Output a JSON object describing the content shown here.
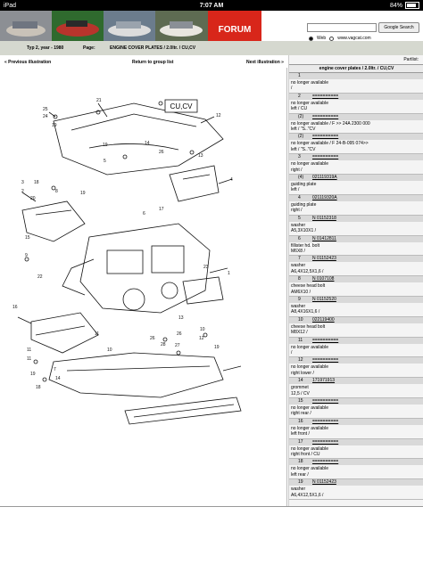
{
  "status": {
    "device": "iPad",
    "time": "7:07 AM",
    "battery": "84%"
  },
  "banner": {
    "forum_label": "FORUM",
    "search_button": "Google Search",
    "radio_web": "Web",
    "radio_site": "www.vagcat.com"
  },
  "info": {
    "type_label": "Typ 2, year - 1980",
    "page_label": "Page:",
    "page_title": "ENGINE COVER PLATES / 2.0ltr. / CU,CV"
  },
  "nav": {
    "prev": "« Previous illustration",
    "group": "Return to group list",
    "next": "Next illustration »"
  },
  "diagram": {
    "box_label": "CU,CV",
    "callouts": [
      "21",
      "25",
      "24",
      "19",
      "12",
      "19",
      "14",
      "26",
      "13",
      "4",
      "5",
      "3",
      "18",
      "2",
      "20",
      "8",
      "19",
      "6",
      "17",
      "15",
      "9",
      "22",
      "16",
      "23",
      "1",
      "13",
      "10",
      "12",
      "11",
      "11",
      "7",
      "19",
      "14",
      "11",
      "26",
      "26",
      "28",
      "27",
      "19",
      "10",
      "18"
    ]
  },
  "partlist": {
    "header": "Partlist:",
    "title": "engine cover plates / 2.0ltr. / CU,CV",
    "rows": [
      {
        "num": "1",
        "pn": "",
        "lines": [
          "no longer available",
          "/"
        ]
      },
      {
        "num": "2",
        "pn": "==========",
        "lines": [
          "no longer available",
          "left / CU"
        ]
      },
      {
        "num": "(2)",
        "pn": "==========",
        "lines": [
          "no longer available / F >> 24A 2300 000",
          "left / \"S..\"CV"
        ]
      },
      {
        "num": "(2)",
        "pn": "==========",
        "lines": [
          "no longer available / F 24-B-095 074>>",
          "left / \"S..\"CV"
        ]
      },
      {
        "num": "3",
        "pn": "==========",
        "lines": [
          "no longer available",
          "right /"
        ]
      },
      {
        "num": "(4)",
        "pn": "021119319A",
        "lines": [
          "guiding plate",
          "left /"
        ]
      },
      {
        "num": "4",
        "pn": "021119320A",
        "lines": [
          "guiding plate",
          "right /"
        ]
      },
      {
        "num": "5",
        "pn": "N 01152318",
        "lines": [
          "washer",
          "A5,3X10X1 /"
        ]
      },
      {
        "num": "6",
        "pn": "N 01412811",
        "lines": [
          "fillister hd. bolt",
          "M6X8 /"
        ]
      },
      {
        "num": "7",
        "pn": "N 01152423",
        "lines": [
          "washer",
          "A6,4X12,5X1,6 /"
        ]
      },
      {
        "num": "8",
        "pn": "N 0107108",
        "lines": [
          "cheese head bolt",
          "AM6X10 /"
        ]
      },
      {
        "num": "9",
        "pn": "N 01152520",
        "lines": [
          "washer",
          "A8,4X16X1,6 /"
        ]
      },
      {
        "num": "10",
        "pn": "022119400",
        "lines": [
          "cheese head bolt",
          "M8X12 /"
        ]
      },
      {
        "num": "11",
        "pn": "==========",
        "lines": [
          "no longer available",
          "/"
        ]
      },
      {
        "num": "12",
        "pn": "==========",
        "lines": [
          "no longer available",
          "right lower /"
        ]
      },
      {
        "num": "14",
        "pn": "171971913",
        "lines": [
          "grommet",
          "12,5 / CV"
        ]
      },
      {
        "num": "15",
        "pn": "==========",
        "lines": [
          "no longer available",
          "right rear /"
        ]
      },
      {
        "num": "16",
        "pn": "==========",
        "lines": [
          "no longer available",
          "left front /"
        ]
      },
      {
        "num": "17",
        "pn": "==========",
        "lines": [
          "no longer available",
          "right front / CU"
        ]
      },
      {
        "num": "18",
        "pn": "==========",
        "lines": [
          "no longer available",
          "left rear /"
        ]
      },
      {
        "num": "19",
        "pn": "N 01152423",
        "lines": [
          "washer",
          "A6,4X12,5X1,6 /"
        ]
      }
    ]
  }
}
